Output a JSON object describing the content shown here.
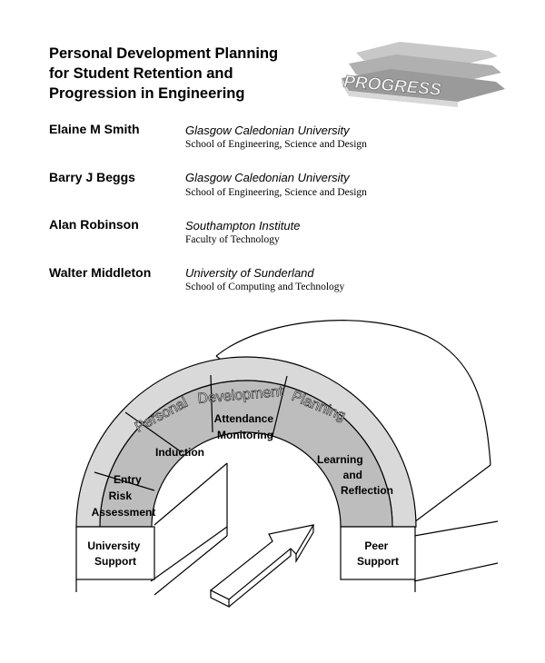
{
  "title": {
    "line1": "Personal Development Planning",
    "line2": "for Student Retention and",
    "line3": "Progression in Engineering"
  },
  "logo_text": "PROGRESS",
  "authors": [
    {
      "name": "Elaine M Smith",
      "institution": "Glasgow Caledonian University",
      "department": "School of Engineering, Science and Design"
    },
    {
      "name": "Barry J Beggs",
      "institution": "Glasgow Caledonian University",
      "department": "School of Engineering, Science and Design"
    },
    {
      "name": "Alan Robinson",
      "institution": "Southampton Institute",
      "department": "Faculty of Technology"
    },
    {
      "name": "Walter Middleton",
      "institution": "University of Sunderland",
      "department": "School of Computing and Technology"
    }
  ],
  "diagram": {
    "arch_title_parts": [
      "Personal",
      "Development",
      "Planning"
    ],
    "stage_entry": [
      "Entry",
      "Risk",
      "Assessment"
    ],
    "stage_induction": "Induction",
    "stage_attendance": [
      "Attendance",
      "Monitoring"
    ],
    "stage_learning": [
      "Learning",
      "and",
      "Reflection"
    ],
    "pillar_left": [
      "University",
      "Support"
    ],
    "pillar_right": [
      "Peer",
      "Support"
    ]
  }
}
